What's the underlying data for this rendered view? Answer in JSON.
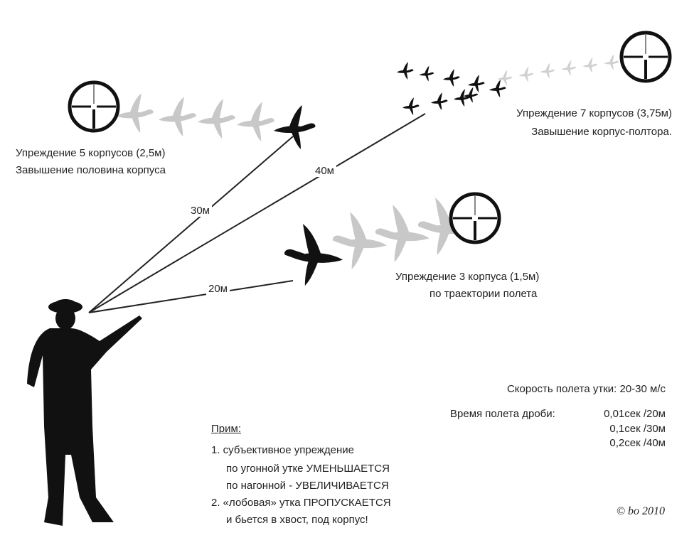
{
  "scenarios": [
    {
      "lead": "Упреждение 5 корпусов (2,5м)",
      "elevation": "Завышение половина корпуса"
    },
    {
      "lead": "Упреждение 7 корпусов (3,75м)",
      "elevation": "Завышение корпус-полтора."
    },
    {
      "lead": "Упреждение 3 корпуса (1,5м)",
      "elevation": "по траектории полета"
    }
  ],
  "distances": {
    "d20": "20м",
    "d30": "30м",
    "d40": "40м"
  },
  "speed": "Скорость полета утки: 20-30 м/с",
  "shot_time": {
    "label": "Время полета дроби:",
    "rows": [
      "0,01сек /20м",
      "0,1сек /30м",
      "0,2сек /40м"
    ]
  },
  "notes": {
    "title": "Прим:",
    "lines": [
      "1. субъективное упреждение",
      "по угонной утке УМЕНЬШАЕТСЯ",
      "по нагонной - УВЕЛИЧИВАЕТСЯ",
      "2. «лобовая» утка ПРОПУСКАЕТСЯ",
      "и бьется в хвост, под корпус!"
    ]
  },
  "copyright": "© bo 2010",
  "colors": {
    "ink": "#111111",
    "ghost": "#c8c8c8"
  }
}
